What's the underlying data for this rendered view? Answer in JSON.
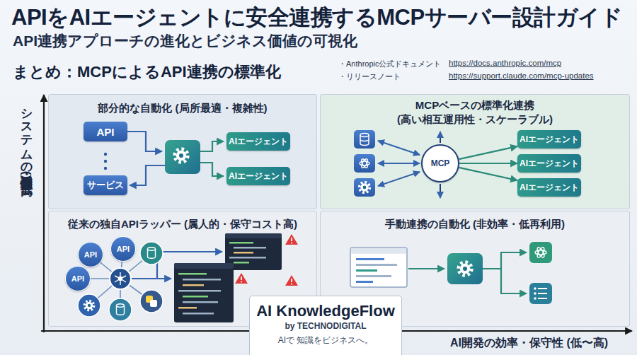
{
  "diagram": {
    "title": "APIをAIエージェントに安全連携するMCPサーバー設計ガイド",
    "nodes": [
      {
        "text": [
          "部分的な自動化 (局所最適・複雑性)"
        ]
      },
      {
        "text": [
          "API"
        ],
        "in": 0
      },
      {
        "text": [
          "サービス"
        ],
        "in": 0
      },
      {
        "text": [
          "AIエージェント"
        ],
        "in": 0
      },
      {
        "text": [
          "AIエージェント"
        ],
        "in": 0
      },
      {
        "text": [
          "MCPベースの標準化連携 (高い相互運用性・スケーラブル)"
        ]
      },
      {
        "text": [
          "MCP"
        ],
        "in": 5
      },
      {
        "text": [
          "AIエージェント"
        ],
        "in": 5
      },
      {
        "text": [
          "AIエージェント"
        ],
        "in": 5
      },
      {
        "text": [
          "AIエージェント"
        ],
        "in": 5
      },
      {
        "text": [
          "従来の独自APIラッパー (属人的・保守コスト高)"
        ]
      },
      {
        "text": [
          "API"
        ],
        "in": 10
      },
      {
        "text": [
          "API"
        ],
        "in": 10
      },
      {
        "text": [
          "API"
        ],
        "in": 10
      },
      {
        "text": [
          "手動連携の自動化 (非効率・低再利用)"
        ]
      },
      {
        "text": [
          "AI KnowledgeFlow",
          "by TECHNODIGITAL",
          "AIで 知識をビジネスへ。"
        ]
      }
    ],
    "edges": [
      {
        "from": 6,
        "to": 7,
        "arrow": "to"
      },
      {
        "from": 6,
        "to": 8,
        "arrow": "to"
      },
      {
        "from": 6,
        "to": 9,
        "arrow": "to"
      }
    ],
    "labels": [
      "API連携アプローチの進化とビジネス価値の可視化",
      "まとめ：MCPによるAPI連携の標準化",
      "・Anthropic公式ドキュメント",
      "https://docs.anthropic.com/mcp",
      "・リリースノート",
      "https://support.claude.com/mcp-updates",
      "システムの拡張性・再利用性 (低〜高)",
      "AI開発の効率・保守性 (低〜高)"
    ]
  }
}
